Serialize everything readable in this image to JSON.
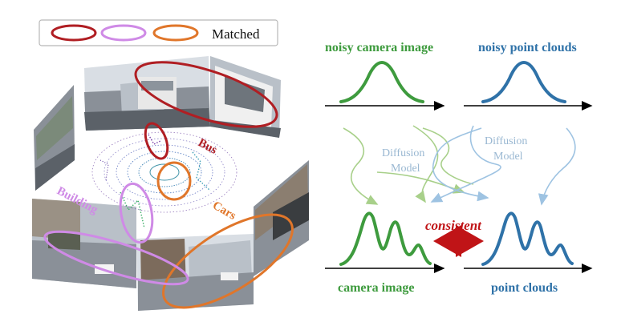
{
  "legend": {
    "label": "Matched",
    "swatches": [
      "#b01e23",
      "#cf8ae6",
      "#e0762a"
    ]
  },
  "scene": {
    "labels": {
      "bus": "Bus",
      "cars": "Cars",
      "building": "Building"
    },
    "colors": {
      "bus": "#b01e23",
      "cars": "#e0762a",
      "building": "#cf8ae6"
    }
  },
  "flow": {
    "top_left_label": "noisy camera image",
    "top_right_label": "noisy point clouds",
    "diffusion_left": [
      "Diffusion",
      "Model"
    ],
    "diffusion_right": [
      "Diffusion",
      "Model"
    ],
    "consistent_label": "consistent",
    "bottom_left_label": "camera image",
    "bottom_right_label": "point clouds",
    "colors": {
      "camera": "#3e9b3e",
      "lidar": "#2f72a8",
      "camera_light": "#a8d08a",
      "lidar_light": "#9ec3e2",
      "consistent": "#c01417",
      "diffusion_text": "#9ab8d2"
    }
  }
}
